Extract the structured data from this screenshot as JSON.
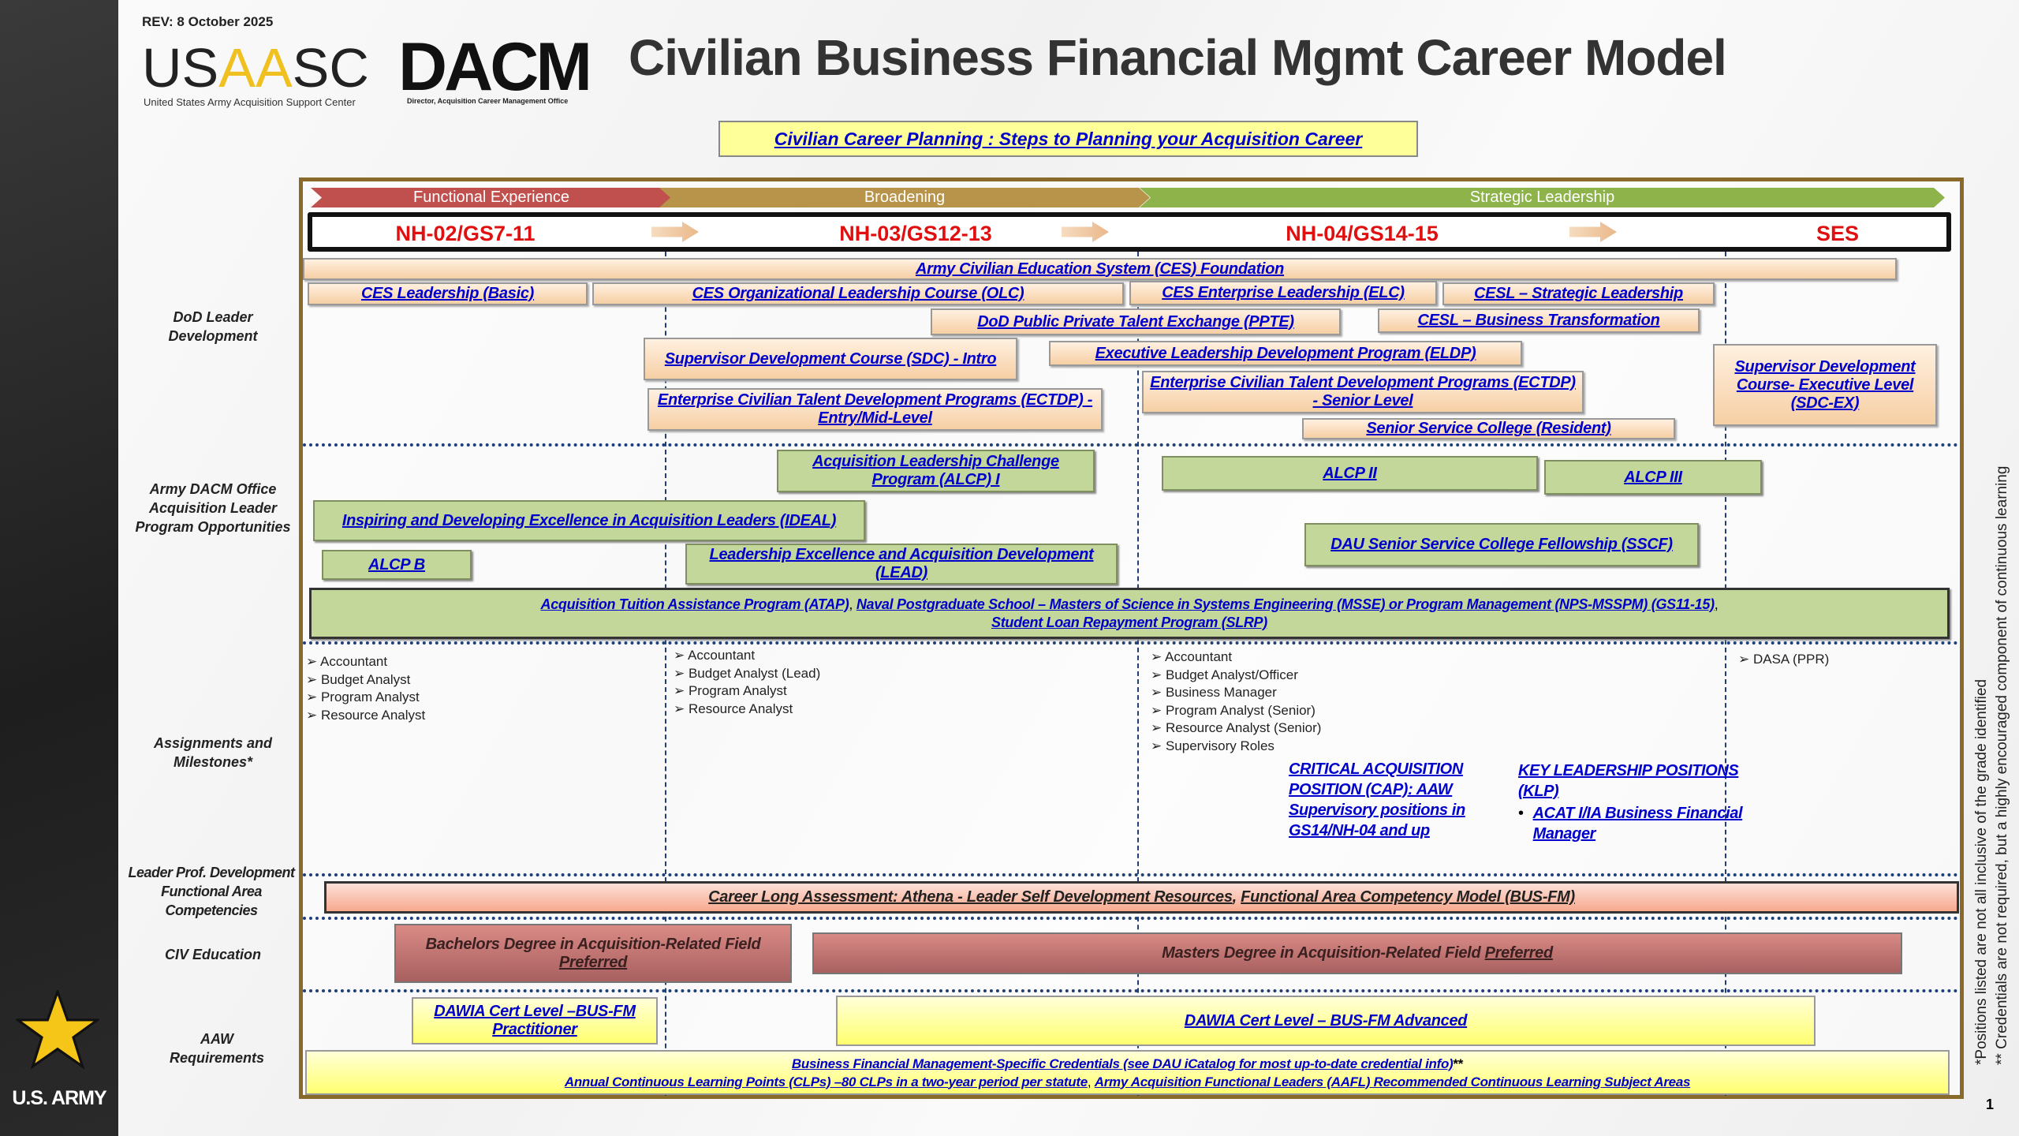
{
  "header": {
    "rev": "REV: 8 October 2025",
    "title": "Civilian Business Financial Mgmt Career Model",
    "usaasc_logo": "USAASC",
    "usaasc_sub": "United States Army Acquisition Support Center",
    "dacm_logo": "DACM",
    "dacm_sub": "Director, Acquisition Career Management Office",
    "planning_link": "Civilian Career Planning : Steps to Planning your Acquisition Career"
  },
  "sidebar": {
    "army_label": "U.S. ARMY",
    "icon": "army-star-icon"
  },
  "phases": [
    "Functional Experience",
    "Broadening",
    "Strategic Leadership"
  ],
  "phase_colors": [
    "#c0504d",
    "#b8934a",
    "#8db34a"
  ],
  "grades": [
    "NH-02/GS7-11",
    "NH-03/GS12-13",
    "NH-04/GS14-15",
    "SES"
  ],
  "row_labels": {
    "dod": "DoD Leader Development",
    "dacm": "Army DACM Office Acquisition Leader Program Opportunities",
    "assign": "Assignments and Milestones*",
    "lpd": "Leader Prof. Development Functional Area Competencies",
    "civ": "CIV Education",
    "aaw": "AAW Requirements"
  },
  "dod": {
    "ces_foundation": "Army Civilian Education System (CES) Foundation",
    "ces_basic": "CES Leadership (Basic)",
    "olc": "CES Organizational Leadership Course (OLC)",
    "elc": "CES Enterprise Leadership (ELC)",
    "cesl_strategic": "CESL – Strategic Leadership",
    "ppte": "DoD Public Private Talent Exchange (PPTE)",
    "cesl_bt": "CESL – Business Transformation",
    "sdc_intro": "Supervisor Development Course (SDC) - Intro",
    "eldp": "Executive Leadership Development Program (ELDP)",
    "sdc_ex": "Supervisor Development Course- Executive Level (SDC-EX)",
    "ectdp_entry": "Enterprise Civilian Talent Development Programs (ECTDP) - Entry/Mid-Level",
    "ectdp_senior": "Enterprise Civilian Talent Development Programs (ECTDP) - Senior Level",
    "ssc_resident": "Senior Service College (Resident)"
  },
  "dacm": {
    "alcp1": "Acquisition Leadership Challenge Program (ALCP) I",
    "alcp2": "ALCP II",
    "alcp3": "ALCP III",
    "ideal": "Inspiring and Developing Excellence in Acquisition Leaders (IDEAL)",
    "alcpb": "ALCP B",
    "lead": "Leadership Excellence and Acquisition Development (LEAD)",
    "sscf": "DAU Senior Service College Fellowship (SSCF)",
    "atap": "Acquisition Tuition Assistance Program (ATAP)",
    "sep1": ", ",
    "nps": "Naval Postgraduate School – Masters of Science in Systems Engineering (MSSE) or Program Management (NPS-MSSPM) (GS11-15)",
    "sep2": ",",
    "slrp": "Student Loan Repayment Program (SLRP)"
  },
  "assignments": {
    "col1": [
      "Accountant",
      "Budget Analyst",
      "Program Analyst",
      "Resource Analyst"
    ],
    "col2": [
      "Accountant",
      "Budget Analyst (Lead)",
      "Program Analyst",
      "Resource Analyst"
    ],
    "col3": [
      "Accountant",
      "Budget Analyst/Officer",
      "Business Manager",
      "Program Analyst (Senior)",
      "Resource Analyst (Senior)",
      "Supervisory Roles"
    ],
    "col4": [
      "DASA (PPR)"
    ],
    "cap": "CRITICAL ACQUISITION POSITION (CAP): AAW Supervisory positions in GS14/NH-04 and up",
    "klp": "KEY LEADERSHIP POSITIONS (KLP)",
    "klp_item": "ACAT I/IA Business Financial Manager"
  },
  "lpd": {
    "athena": "Career Long Assessment: Athena - Leader Self Development Resources",
    "sep": ", ",
    "competency": "Functional Area Competency Model (BUS-FM)"
  },
  "civ": {
    "bachelors": "Bachelors Degree in  Acquisition-Related Field ",
    "bachelors_pref": "Preferred",
    "masters": "Masters Degree in Acquisition-Related Field ",
    "masters_pref": "Preferred"
  },
  "aaw": {
    "practitioner": "DAWIA Cert Level –BUS-FM Practitioner",
    "advanced": "DAWIA Cert Level – BUS-FM Advanced",
    "credentials": "Business Financial Management-Specific Credentials (see DAU iCatalog for most up-to-date credential info)",
    "cred_mark": "**",
    "clp": "Annual Continuous Learning Points (CLPs) –80 CLPs in a two-year period per statute",
    "sep": ", ",
    "aafl": "Army Acquisition Functional Leaders (AAFL) Recommended Continuous Learning Subject Areas"
  },
  "footnotes": {
    "note1": "*Positions listed are not all inclusive of the grade identified",
    "note2": "** Credentials are not required, but a highly encouraged component of continuous learning",
    "page": "1"
  }
}
